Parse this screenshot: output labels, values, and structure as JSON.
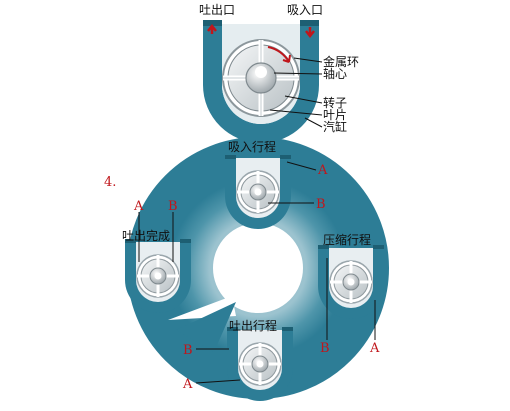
{
  "top_pump": {
    "outlet_label": "吐出口",
    "inlet_label": "吸入口",
    "parts": [
      "金属环",
      "轴心",
      "转子",
      "叶片",
      "汽缸"
    ]
  },
  "step_number": "4.",
  "stages": {
    "intake": {
      "label": "吸入行程",
      "marker_a": "A",
      "marker_b": "B"
    },
    "compression": {
      "label": "压缩行程",
      "marker_a": "A",
      "marker_b": "B"
    },
    "discharge": {
      "label": "吐出行程",
      "marker_a": "A",
      "marker_b": "B"
    },
    "complete": {
      "label": "吐出完成",
      "marker_a": "A",
      "marker_b": "B"
    }
  },
  "colors": {
    "cycle_ring": "#2d7d96",
    "housing": "#2d7d96",
    "housing_light": "#dce6ec",
    "rotor": "#d3d8db",
    "marker_red": "#c0161b",
    "flow_arrow": "#c0161b"
  }
}
